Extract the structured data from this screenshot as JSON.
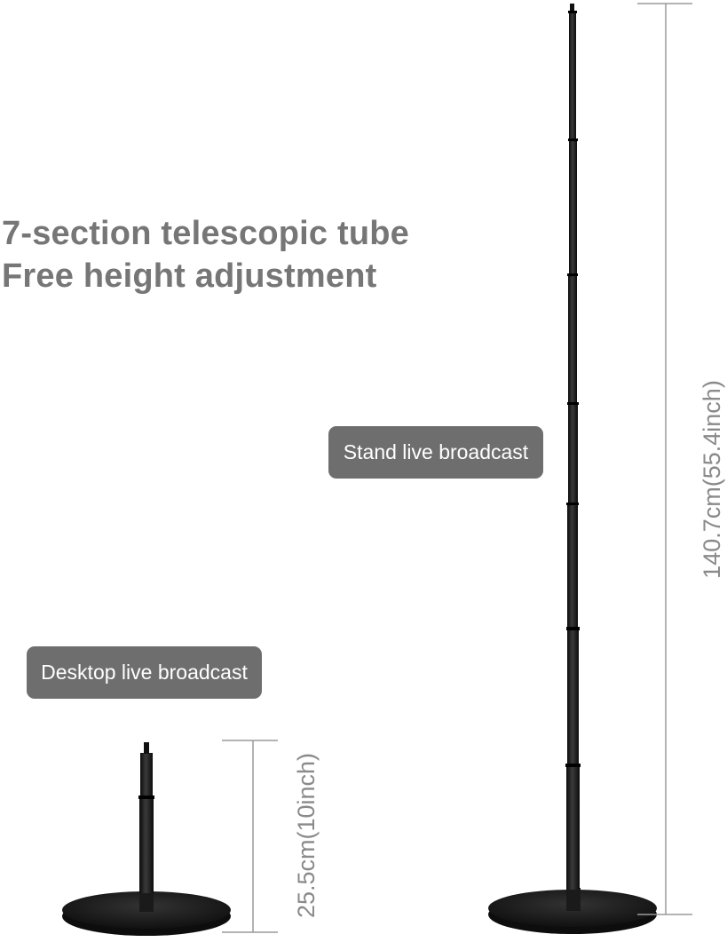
{
  "headline": {
    "line1": "7-section telescopic tube",
    "line2": "Free height adjustment"
  },
  "badges": {
    "stand": "Stand live broadcast",
    "desktop": "Desktop live broadcast"
  },
  "dimensions": {
    "tall_label": "140.7cm(55.4inch)",
    "short_label": "25.5cm(10inch)"
  },
  "colors": {
    "headline_text": "#767676",
    "badge_bg": "#6e6e6e",
    "badge_text": "#ffffff",
    "stand_black": "#1a1a1a",
    "dimension_line": "#9a9a9a"
  }
}
